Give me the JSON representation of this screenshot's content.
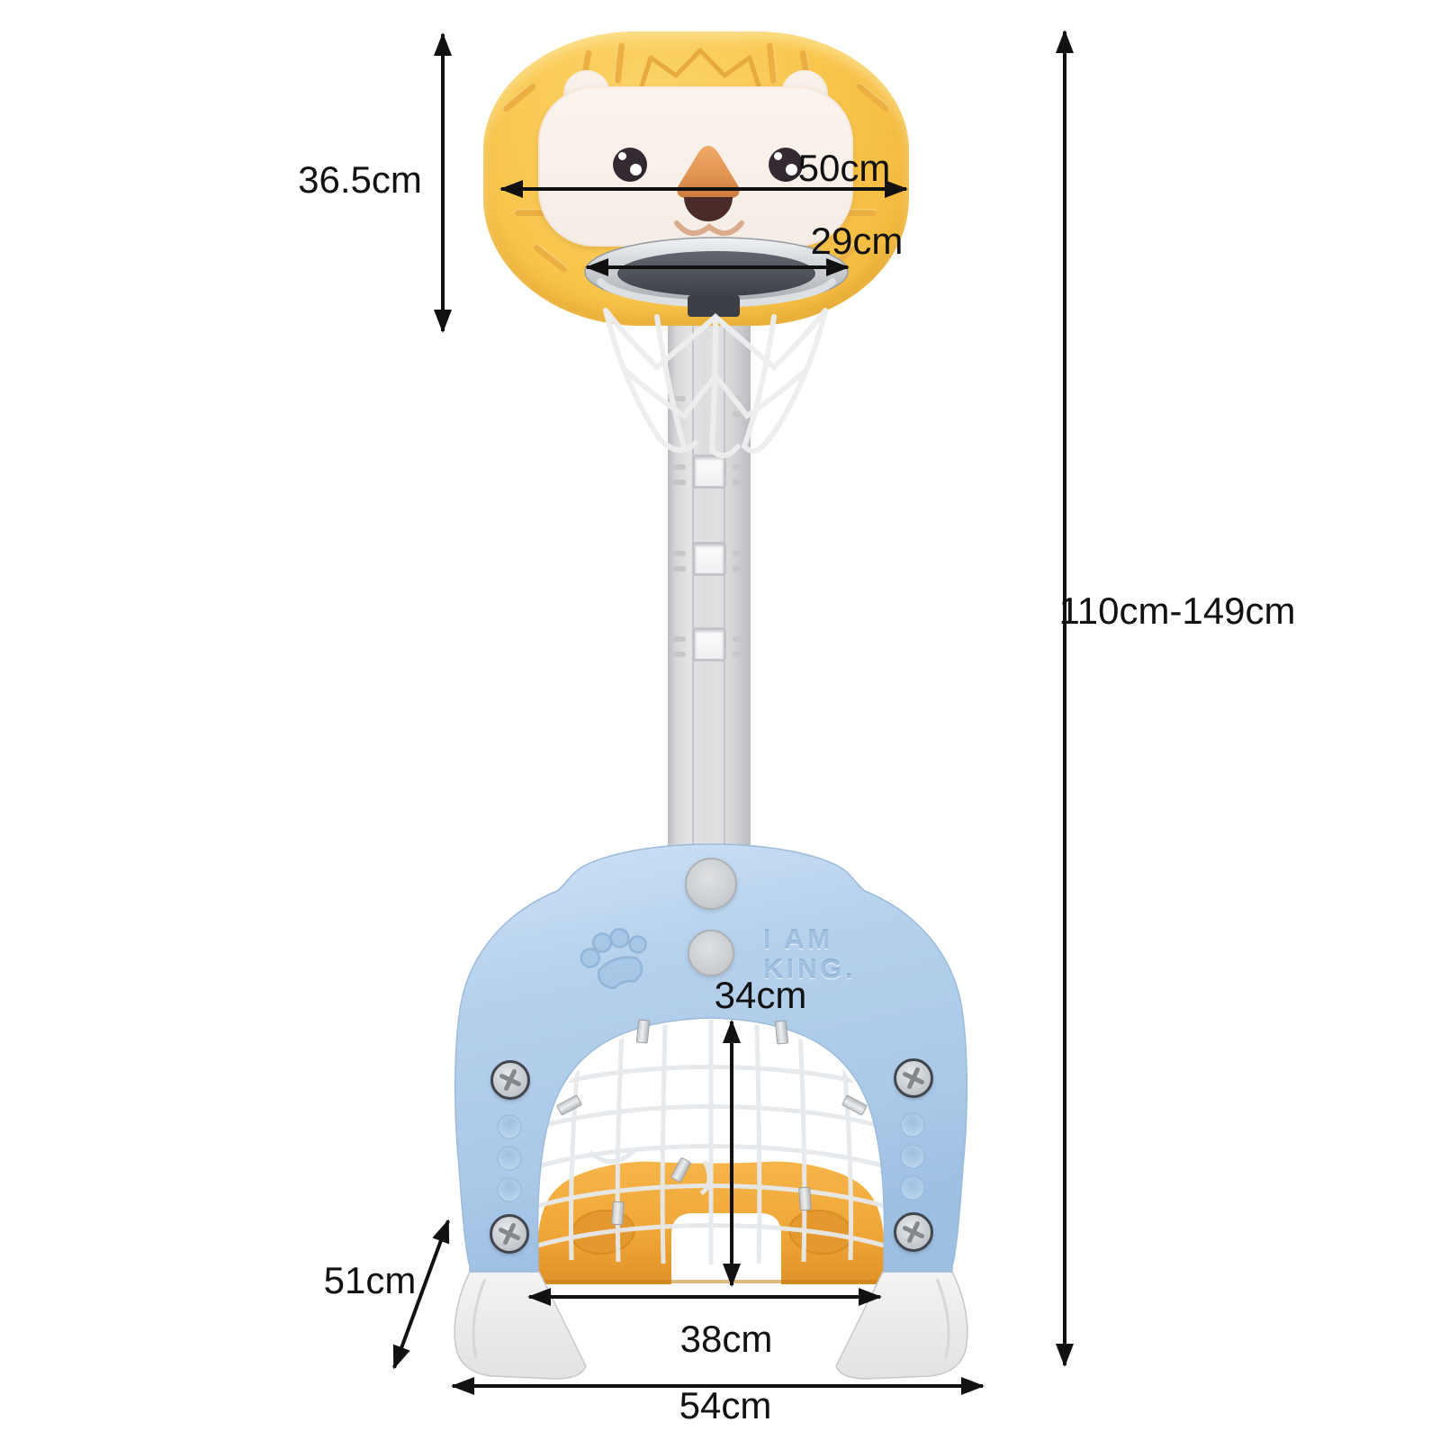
{
  "figure": {
    "kind": "product-dimension-diagram",
    "subject": "kids 3-in-1 adjustable basketball hoop stand with soccer goal"
  },
  "dimensions": {
    "backboard_height": "36.5cm",
    "backboard_width": "50cm",
    "hoop_diameter": "29cm",
    "overall_height_range": "110cm-149cm",
    "goal_opening_height": "34cm",
    "goal_opening_width": "38cm",
    "base_depth": "51cm",
    "base_width": "54cm"
  },
  "embossed_text": {
    "line1": "I AM",
    "line2": "KING."
  },
  "icons": {
    "crown": "crown-emboss",
    "paw": "paw-print-emboss"
  },
  "colors": {
    "backboard_yellow": "#f9c64d",
    "base_blue": "#b5d1ec",
    "base_yellow": "#efa636",
    "pole_gray": "#dcddde",
    "foot_gray": "#e9eaec",
    "rim_silver": "#c9cdd1",
    "net_white": "#eceef0",
    "face_cream": "#f8f1ea",
    "nose_orange": "#dd8c4a",
    "dimension_line": "#111111",
    "background": "#ffffff"
  }
}
